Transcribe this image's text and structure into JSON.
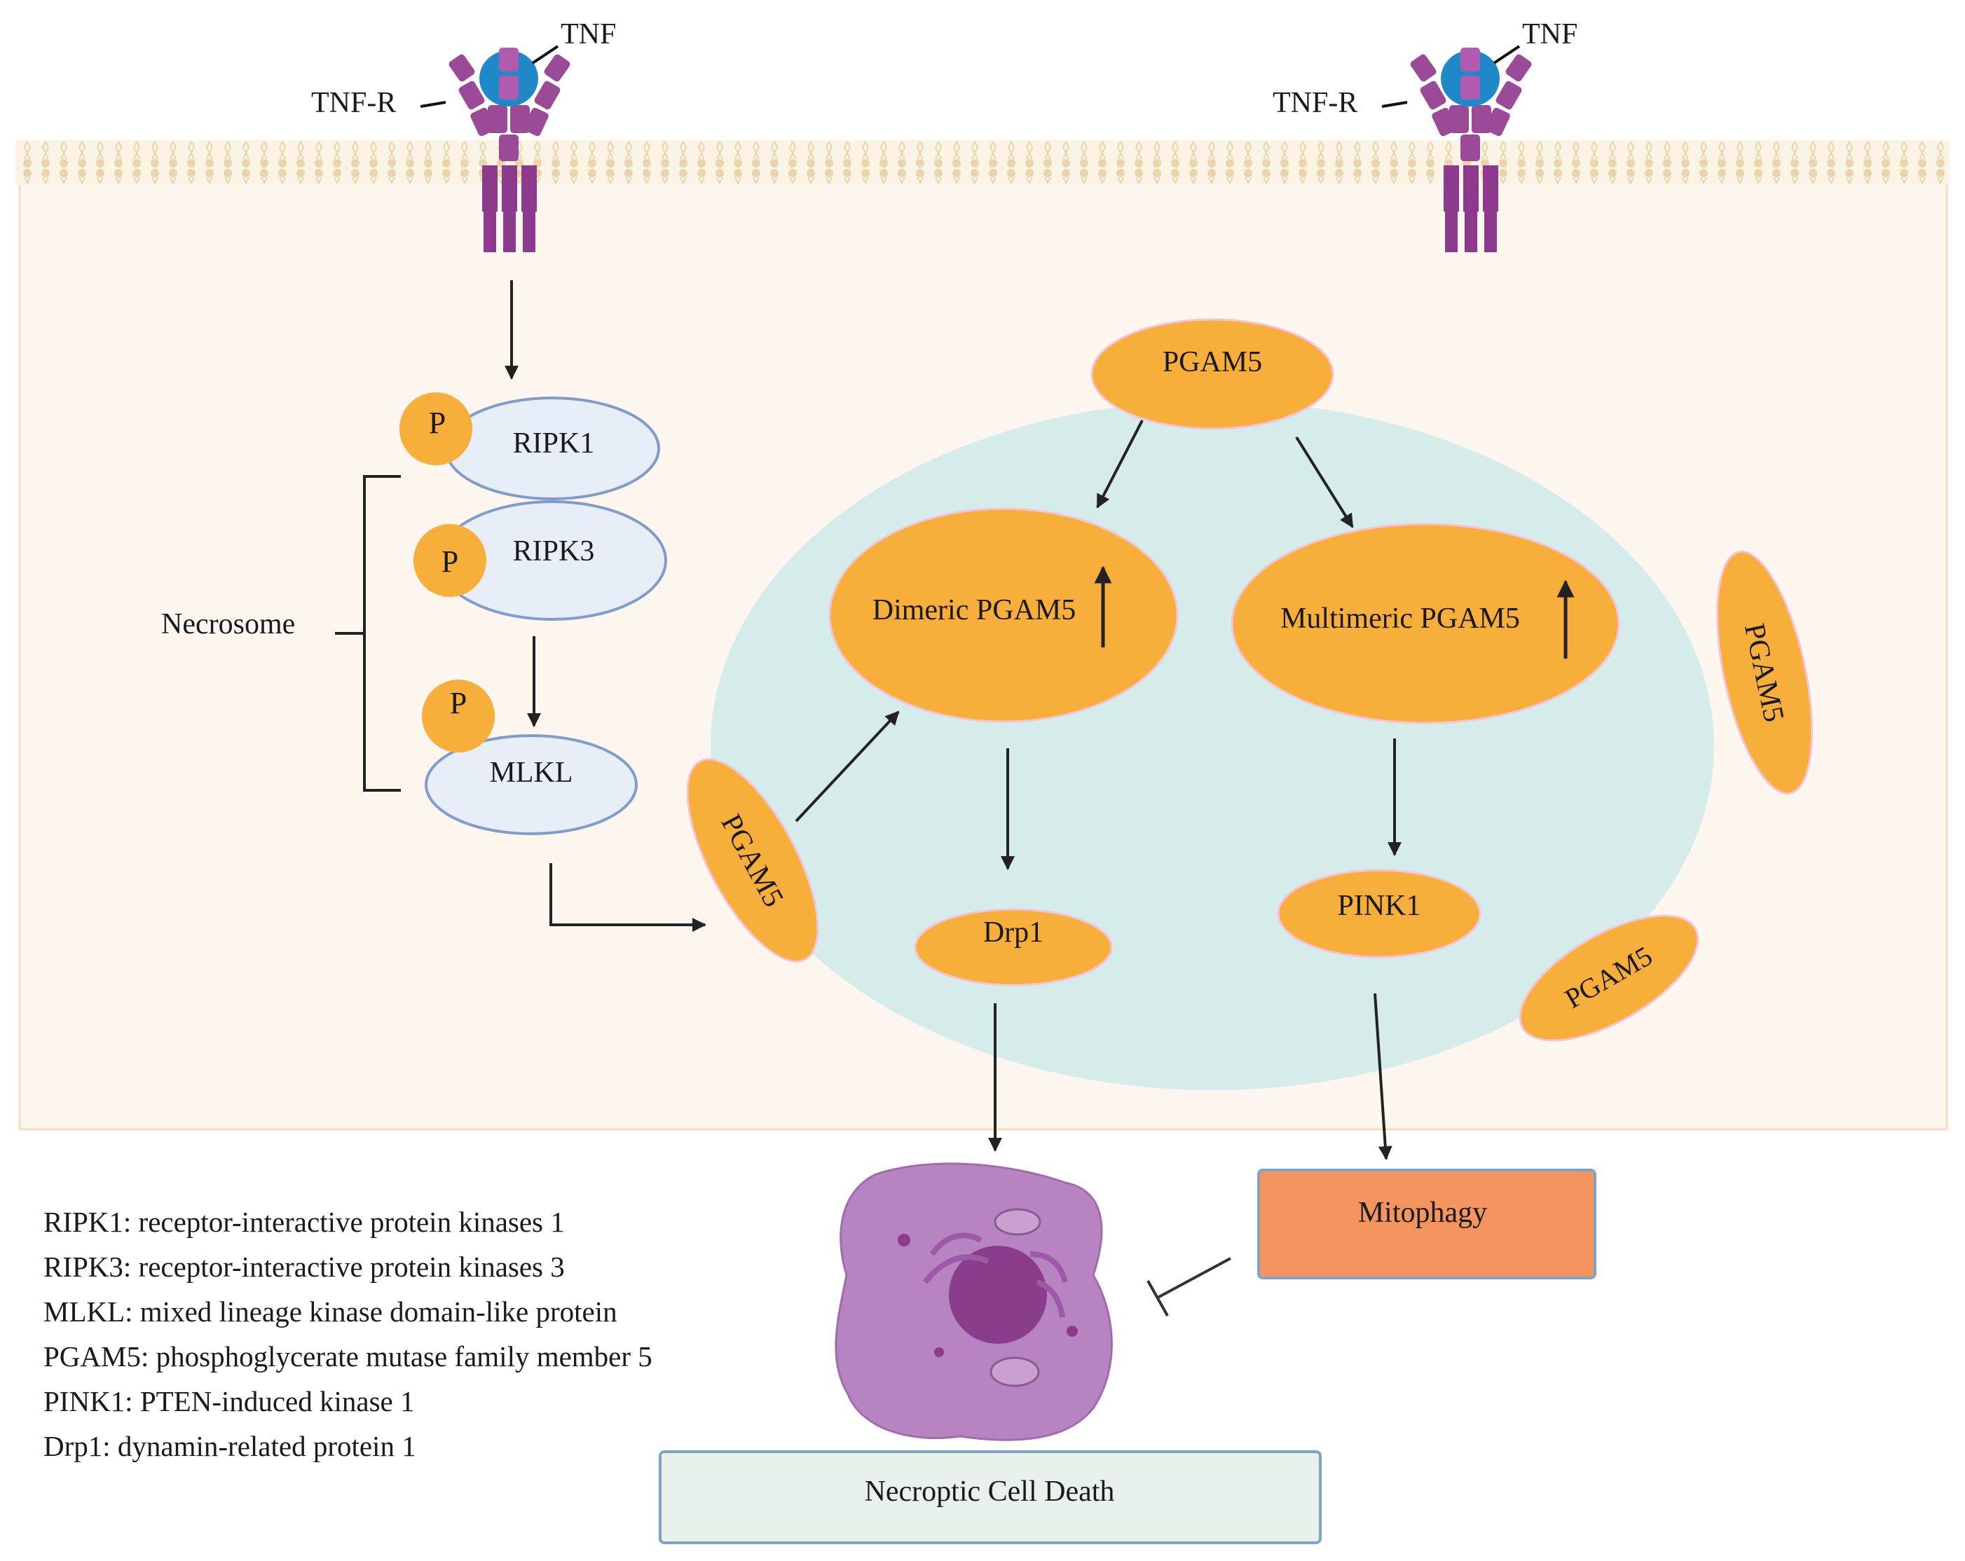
{
  "receptors": {
    "ligand_label": "TNF",
    "receptor_label": "TNF-R"
  },
  "necrosome": {
    "label": "Necrosome",
    "ripk1": "RIPK1",
    "ripk3": "RIPK3",
    "mlkl": "MLKL",
    "phospho": "P"
  },
  "mitochondrion": {
    "pgam5_top": "PGAM5",
    "pgam5_left": "PGAM5",
    "pgam5_right": "PGAM5",
    "pgam5_bottom": "PGAM5",
    "dimeric": "Dimeric PGAM5",
    "multimeric": "Multimeric PGAM5",
    "drp1": "Drp1",
    "pink1": "PINK1"
  },
  "outcomes": {
    "mitophagy": "Mitophagy",
    "necroptic": "Necroptic Cell Death"
  },
  "legend": [
    "RIPK1: receptor-interactive protein kinases 1",
    "RIPK3: receptor-interactive protein kinases 3",
    "MLKL: mixed lineage kinase domain-like protein",
    "PGAM5: phosphoglycerate mutase family member 5",
    "PINK1: PTEN-induced kinase 1",
    "Drp1: dynamin-related protein 1"
  ],
  "colors": {
    "cytoplasm": "#fdf6ee",
    "membrane": "#e2cfa8",
    "mitochondrion": "#d6ecea",
    "pgam5": "#f7ae3b",
    "necrosome": "#e8eef8",
    "receptor": "#8e3a8c",
    "tnf": "#1e88c8",
    "mitophagy": "#f4955f",
    "necroptic": "#e9f2ea",
    "cell": "#b783c0"
  }
}
